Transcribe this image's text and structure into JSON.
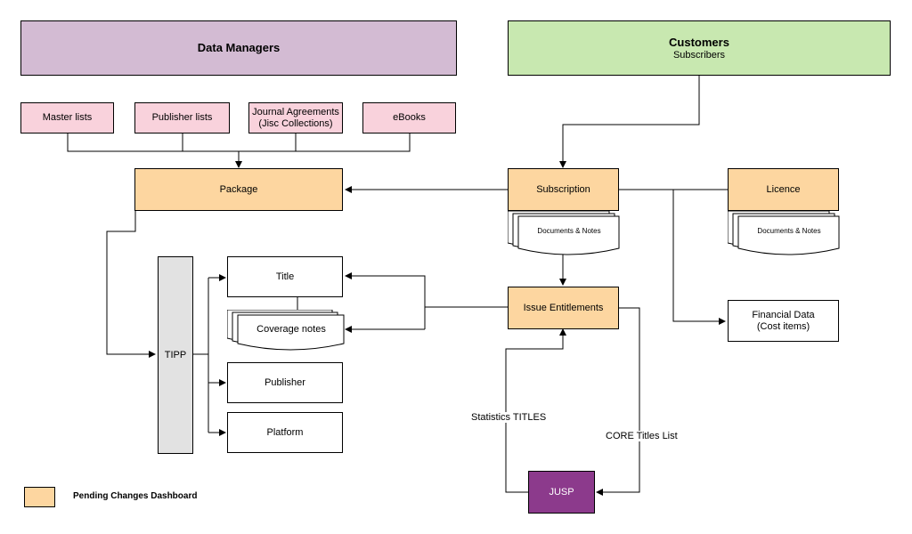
{
  "headers": {
    "data_managers": "Data Managers",
    "customers": "Customers",
    "customers_sub": "Subscribers"
  },
  "sources": {
    "master_lists": "Master lists",
    "publisher_lists": "Publisher lists",
    "journal_agreements_1": "Journal Agreements",
    "journal_agreements_2": "(Jisc Collections)",
    "ebooks": "eBooks"
  },
  "entities": {
    "package": "Package",
    "subscription": "Subscription",
    "licence": "Licence",
    "tipp": "TIPP",
    "title": "Title",
    "publisher": "Publisher",
    "platform": "Platform",
    "issue_entitlements": "Issue Entitlements",
    "financial_data_1": "Financial Data",
    "financial_data_2": "(Cost items)",
    "jusp": "JUSP"
  },
  "documents": {
    "subscription_docs": "Documents & Notes",
    "licence_docs": "Documents & Notes",
    "coverage_notes": "Coverage notes"
  },
  "edge_labels": {
    "statistics": "Statistics TITLES",
    "core_titles": "CORE Titles List"
  },
  "legend": {
    "label": "Pending Changes Dashboard"
  },
  "colors": {
    "data_managers": "#d3bbd3",
    "customers": "#c8e8b0",
    "sources": "#f9d2dc",
    "pending_changes": "#fdd6a0",
    "tipp": "#e2e2e2",
    "jusp": "#8c3a8c"
  }
}
